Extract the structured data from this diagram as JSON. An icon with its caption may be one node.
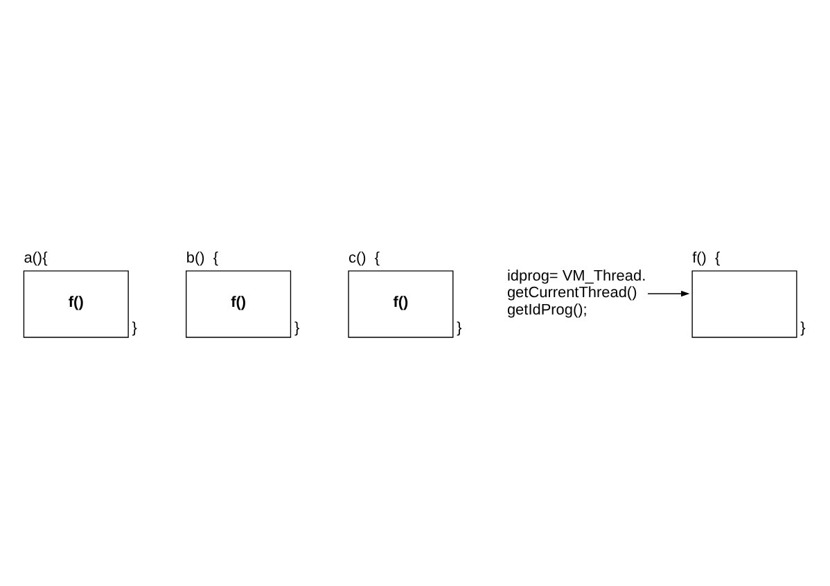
{
  "diagram": {
    "nodes": [
      {
        "text": [
          "a(){",
          "f()"
        ],
        "beside": [
          "}"
        ]
      },
      {
        "text": [
          "b()  {",
          "f()"
        ],
        "beside": [
          "}"
        ]
      },
      {
        "text": [
          "c()  {",
          "f()"
        ],
        "beside": [
          "}"
        ]
      },
      {
        "text": [
          "idprog= VM_Thread. getCurrentThread() getIdProg();"
        ]
      },
      {
        "text": [
          "f()  {"
        ],
        "beside": [
          "}"
        ]
      }
    ],
    "edges": [
      {
        "from": 3,
        "to": 4,
        "arrow": "to"
      }
    ]
  }
}
